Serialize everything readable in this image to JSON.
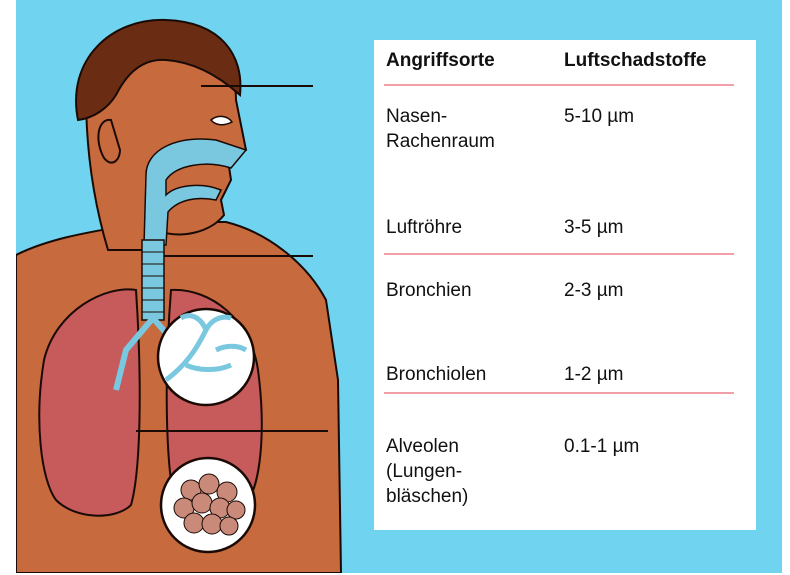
{
  "colors": {
    "background": "#70d3ef",
    "skin": "#c76a3e",
    "hair": "#6a2d14",
    "lung": "#c75a5a",
    "airway": "#79c8e0",
    "divider": "#f0a0a6"
  },
  "table": {
    "headers": {
      "site": "Angriffsorte",
      "pollutant": "Luftschadstoffe"
    },
    "rows": [
      {
        "site": "Nasen-\nRachenraum",
        "size": "5-10 µm"
      },
      {
        "site": "Luftröhre",
        "size": "3-5 µm"
      },
      {
        "site": "Bronchien",
        "size": "2-3 µm"
      },
      {
        "site": "Bronchiolen",
        "size": "1-2 µm"
      },
      {
        "site": "Alveolen\n(Lungen-\nbläschen)",
        "size": "0.1-1 µm"
      }
    ]
  }
}
